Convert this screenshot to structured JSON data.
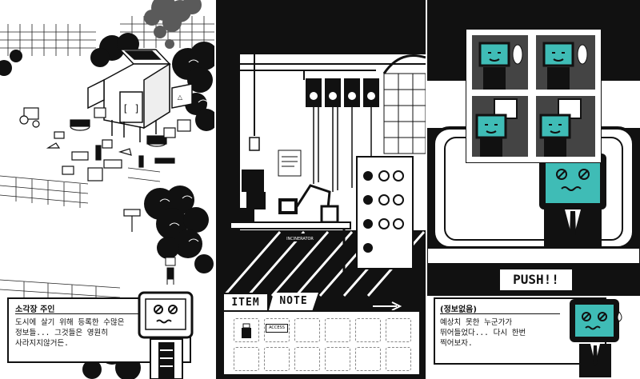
{
  "panels": {
    "left": {
      "dialog": {
        "speaker": "소각장 주인",
        "text": "도시에 살기 위해 등록한 수많은\n정보들... 그것들은 영원히\n사라지지않거든."
      }
    },
    "middle": {
      "inventory": {
        "tabs": [
          "ITEM",
          "NOTE"
        ],
        "active_tab": "ITEM",
        "items": [
          {
            "slot": 0,
            "icon": "usb-drive-icon"
          },
          {
            "slot": 1,
            "icon": "access-card-icon",
            "label": "ACCESS"
          }
        ],
        "slot_count": 12
      },
      "machine_plate": "INCINERATOR"
    },
    "right": {
      "push_button": "PUSH!!",
      "dialog": {
        "speaker": "(정보없음)",
        "text": "예상치 못한 누군가가\n뛰어들었다... 다시 한번\n찍어보자."
      }
    }
  },
  "colors": {
    "ink": "#111111",
    "paper": "#ffffff",
    "screen_teal": "#3fbcb6",
    "smoke_gray": "#5a5a5a"
  }
}
